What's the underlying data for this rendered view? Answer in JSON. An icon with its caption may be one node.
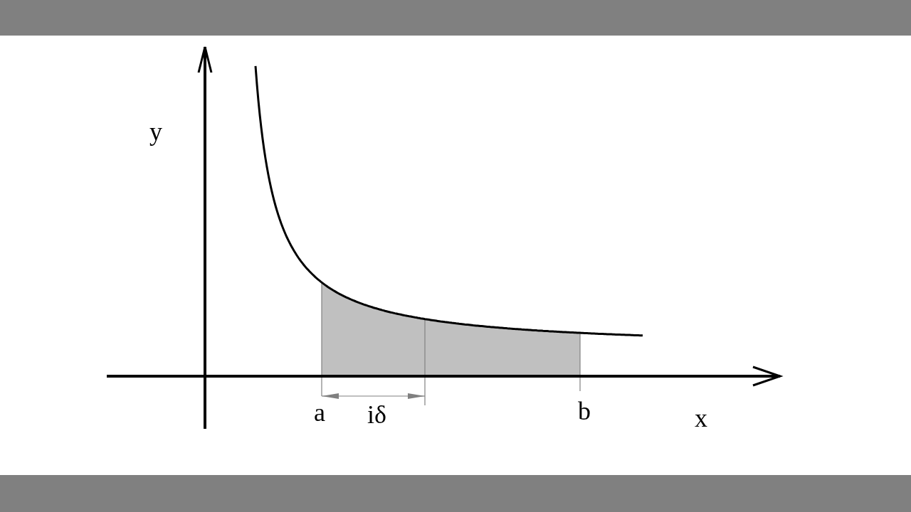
{
  "diagram": {
    "labels": [
      "y",
      "a",
      "iδ",
      "b",
      "x"
    ]
  }
}
